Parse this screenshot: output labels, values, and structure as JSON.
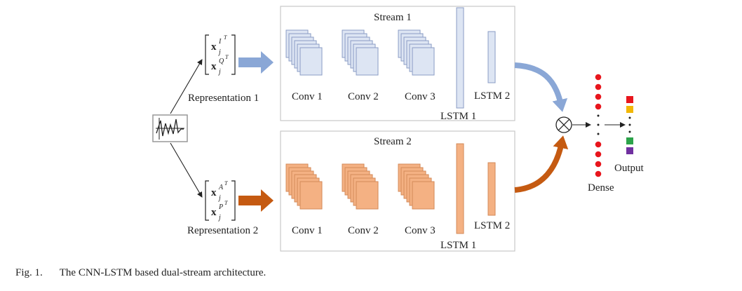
{
  "diagram": {
    "stream1": {
      "title": "Stream 1",
      "conv_labels": [
        "Conv 1",
        "Conv 2",
        "Conv 3"
      ],
      "lstm1_label": "LSTM 1",
      "lstm2_label": "LSTM 2"
    },
    "stream2": {
      "title": "Stream 2",
      "conv_labels": [
        "Conv 1",
        "Conv 2",
        "Conv 3"
      ],
      "lstm1_label": "LSTM 1",
      "lstm2_label": "LSTM 2"
    },
    "representation1": {
      "label": "Representation 1",
      "vector_entries": [
        {
          "base": "x",
          "sub": "j",
          "sup": "I",
          "sup_sup": "T"
        },
        {
          "base": "x",
          "sub": "j",
          "sup": "Q",
          "sup_sup": "T"
        }
      ]
    },
    "representation2": {
      "label": "Representation 2",
      "vector_entries": [
        {
          "base": "x",
          "sub": "j",
          "sup": "A",
          "sup_sup": "T"
        },
        {
          "base": "x",
          "sub": "j",
          "sup": "P",
          "sup_sup": "T"
        }
      ]
    },
    "merge_symbol": "⊗",
    "dense_label": "Dense",
    "output_label": "Output",
    "colors": {
      "stream1_fill": "#dde5f3",
      "stream1_stroke": "#8a9cc4",
      "stream1_arrow": "#8aa7d6",
      "stream2_fill": "#f4b183",
      "stream2_stroke": "#d38a5a",
      "stream2_arrow": "#c55a11",
      "dense_dot": "#e8161d",
      "output_colors": [
        "#e8161d",
        "#f2b705",
        "#2ca34a",
        "#7030a0"
      ]
    }
  },
  "caption": {
    "number": "Fig. 1.",
    "text": "The CNN-LSTM based dual-stream architecture."
  }
}
